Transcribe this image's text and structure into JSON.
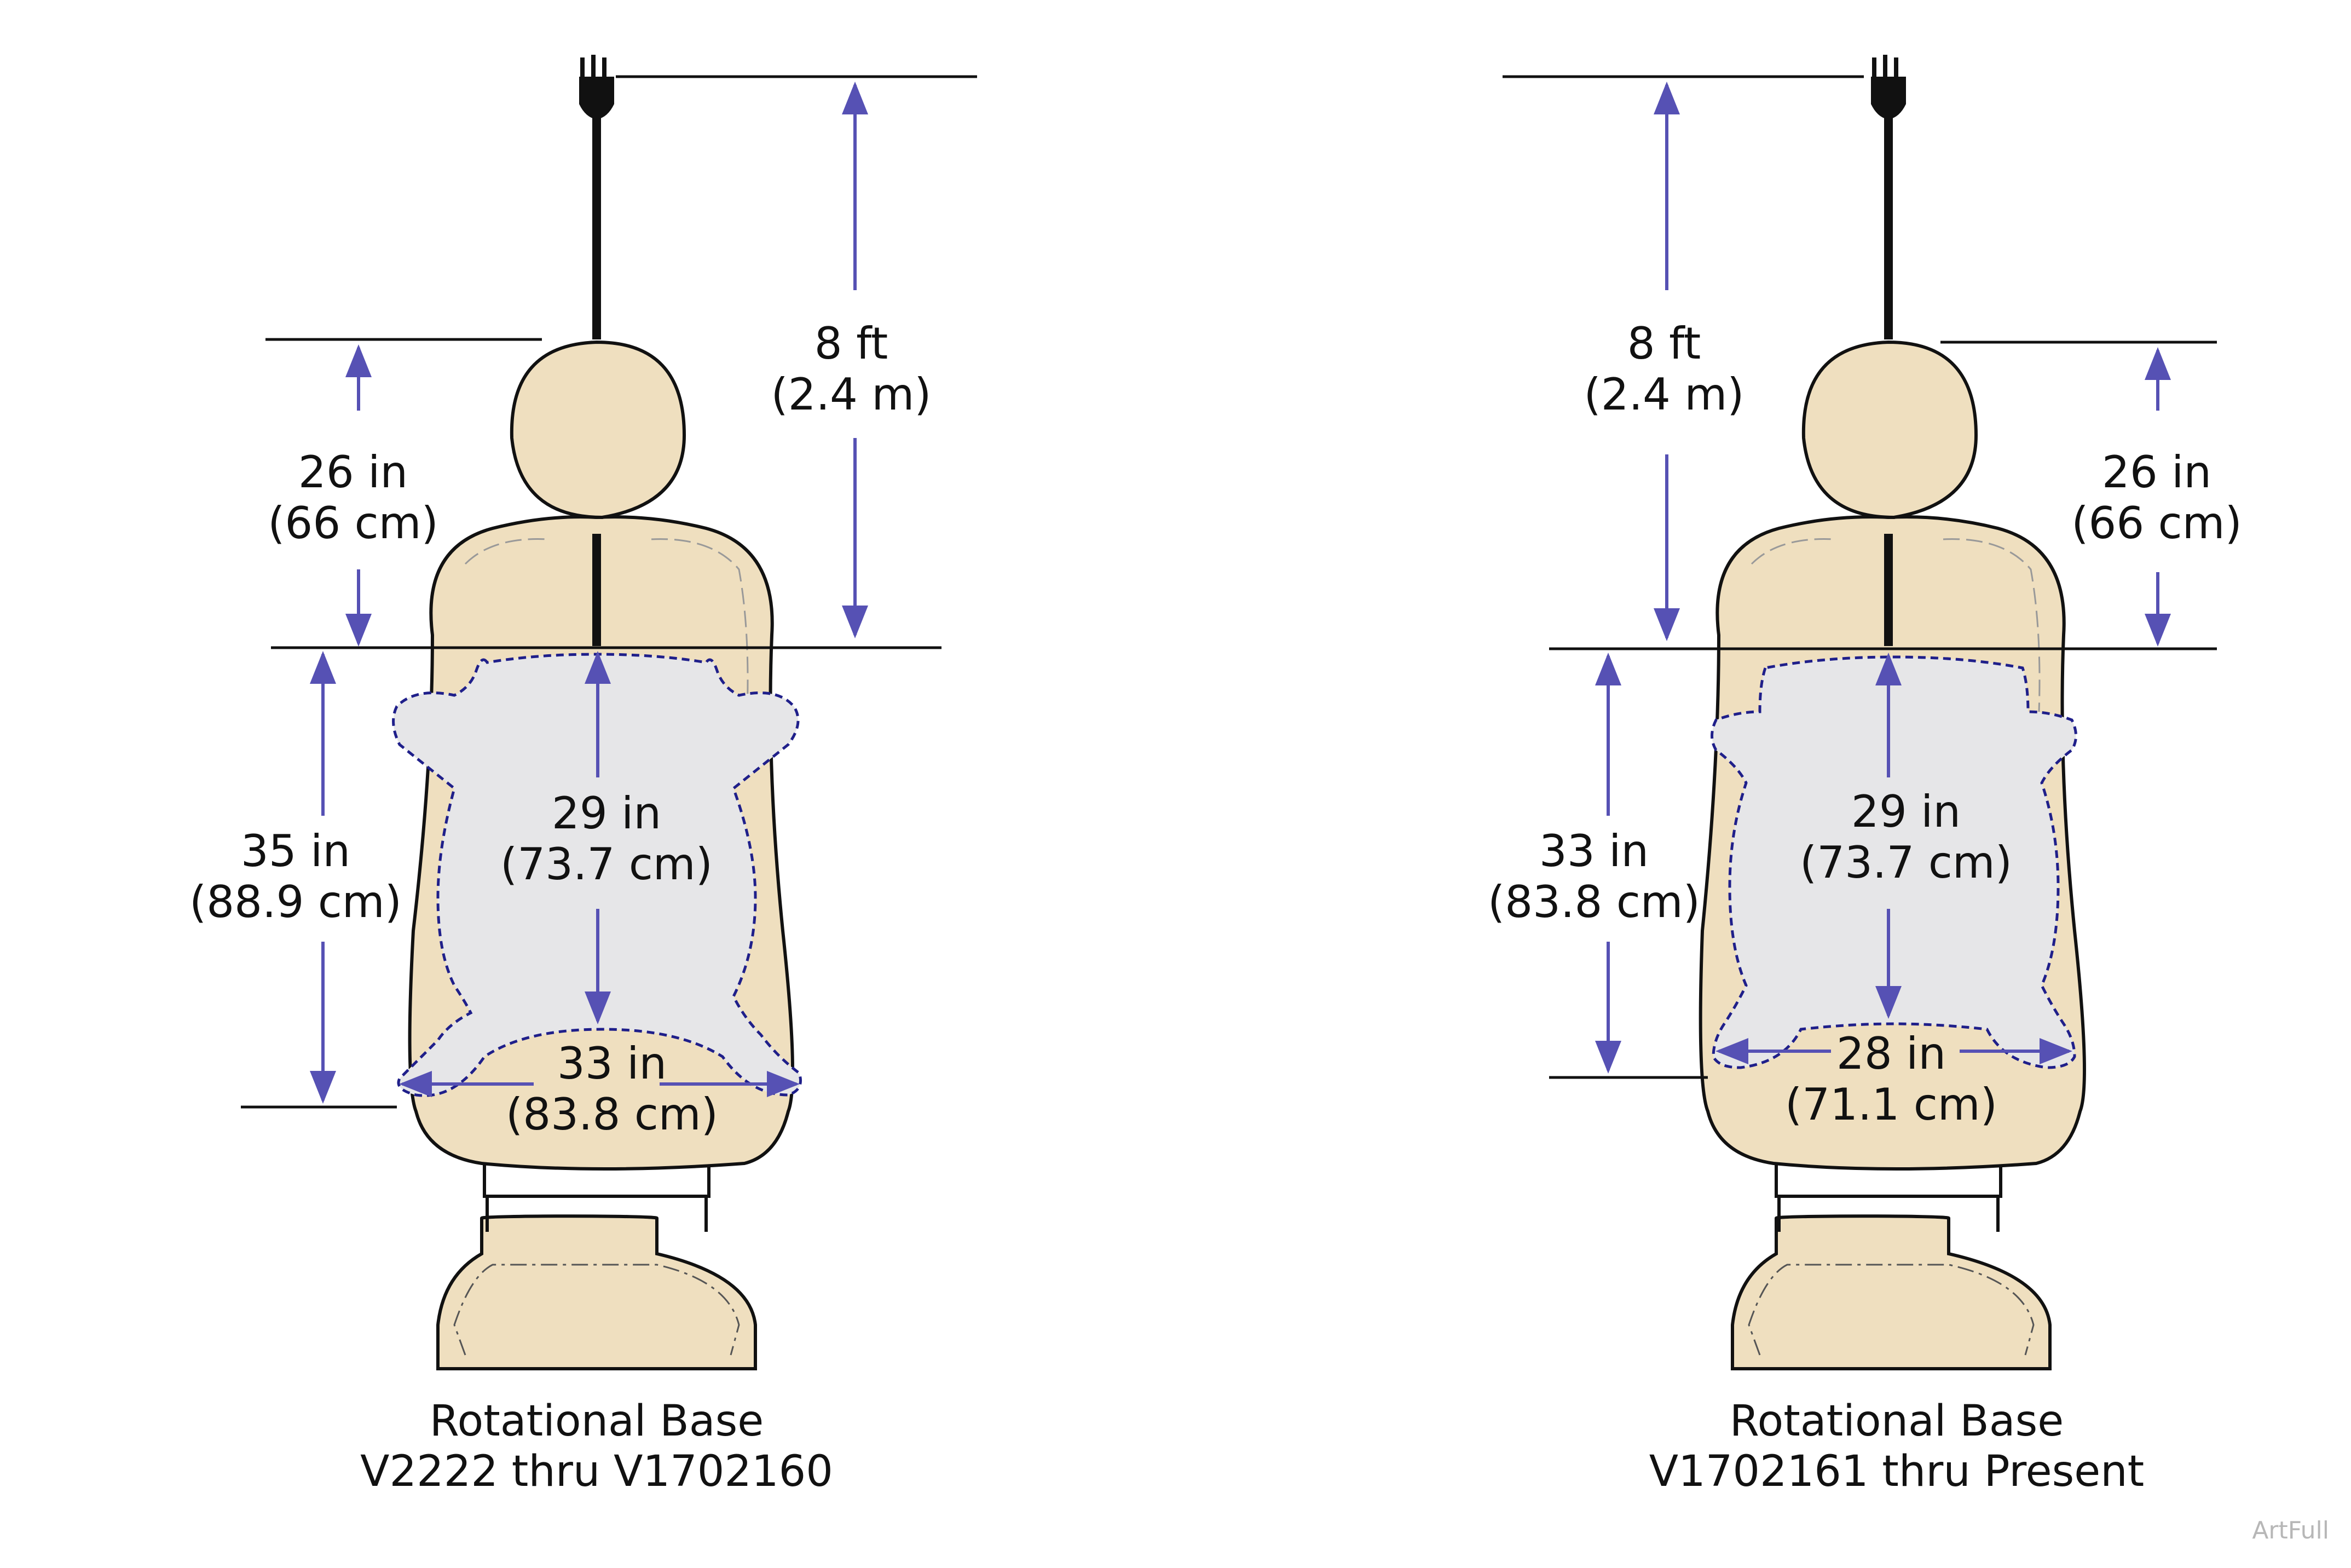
{
  "colors": {
    "upholstery": "#efdfbf",
    "patient_area": "#e6e6e8",
    "dimension_arrow": "#5651b4",
    "outline": "#111111",
    "dashed_outline": "#1f1f8a",
    "watermark": "#b7b7b7"
  },
  "icons": {
    "power_plug": "power-plug-icon"
  },
  "left": {
    "cord_length": {
      "imperial": "8 ft",
      "metric": "(2.4 m)"
    },
    "headrest_height": {
      "imperial": "26 in",
      "metric": "(66 cm)"
    },
    "seat_depth": {
      "imperial": "35 in",
      "metric": "(88.9 cm)"
    },
    "back_length": {
      "imperial": "29 in",
      "metric": "(73.7 cm)"
    },
    "width": {
      "imperial": "33 in",
      "metric": "(83.8 cm)"
    },
    "caption_line1": "Rotational Base",
    "caption_line2": "V2222 thru V1702160"
  },
  "right": {
    "cord_length": {
      "imperial": "8 ft",
      "metric": "(2.4 m)"
    },
    "headrest_height": {
      "imperial": "26 in",
      "metric": "(66 cm)"
    },
    "seat_depth": {
      "imperial": "33 in",
      "metric": "(83.8 cm)"
    },
    "back_length": {
      "imperial": "29 in",
      "metric": "(73.7 cm)"
    },
    "width": {
      "imperial": "28 in",
      "metric": "(71.1 cm)"
    },
    "caption_line1": "Rotational Base",
    "caption_line2": "V1702161 thru Present"
  },
  "watermark": "ArtFull"
}
